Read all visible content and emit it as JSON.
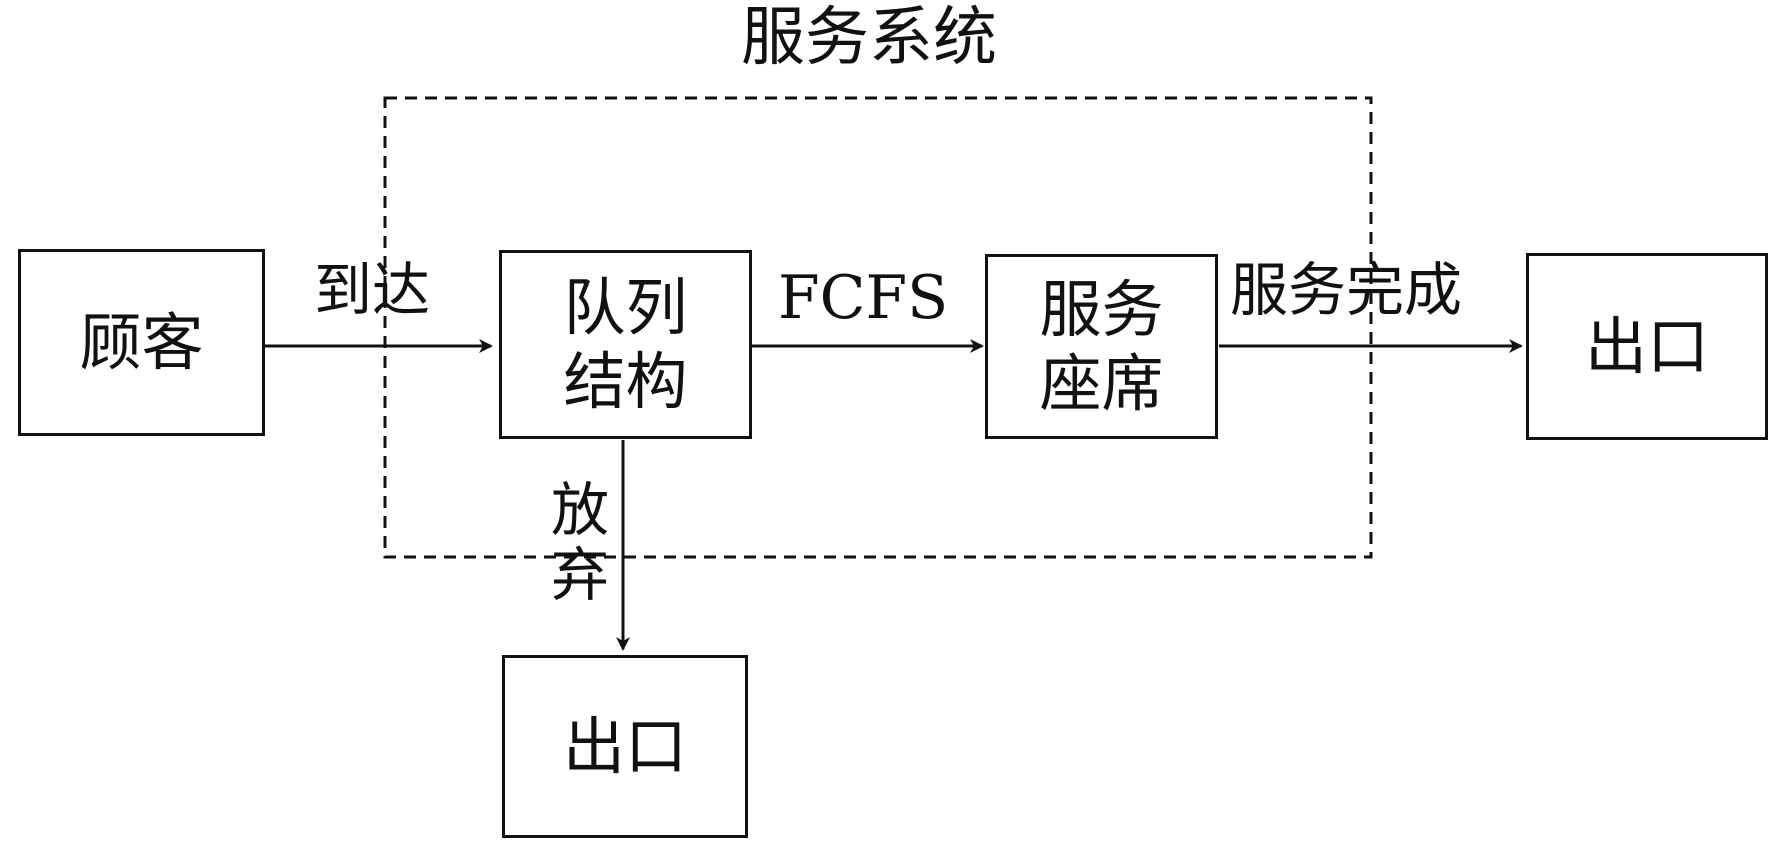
{
  "diagram": {
    "title": "服务系统",
    "nodes": {
      "customer": "顾客",
      "queue_line_1": "队列",
      "queue_line_2": "结构",
      "service_line_1": "服务",
      "service_line_2": "座席",
      "exit_right": "出口",
      "exit_bottom": "出口"
    },
    "edges": {
      "arrival": "到达",
      "fcfs": "FCFS",
      "service_complete": "服务完成",
      "abandon_line_1": "放",
      "abandon_line_2": "弃"
    }
  }
}
